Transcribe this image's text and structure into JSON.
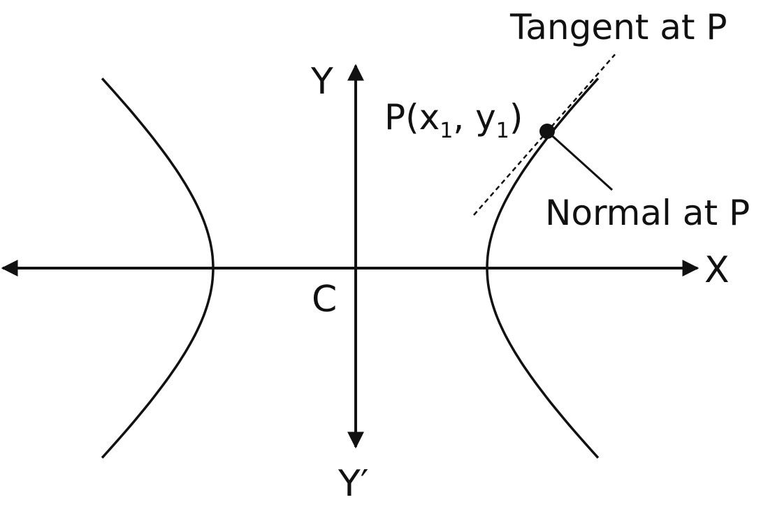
{
  "labels": {
    "y_axis": "Y",
    "y_axis_neg": "Y′",
    "x_axis": "X",
    "center": "C",
    "point_p": "P(x",
    "point_p_sub1": "1",
    "point_p_mid": ", y",
    "point_p_sub2": "1",
    "point_p_end": ")",
    "tangent": "Tangent at P",
    "normal": "Normal at P"
  },
  "colors": {
    "stroke": "#111111"
  }
}
